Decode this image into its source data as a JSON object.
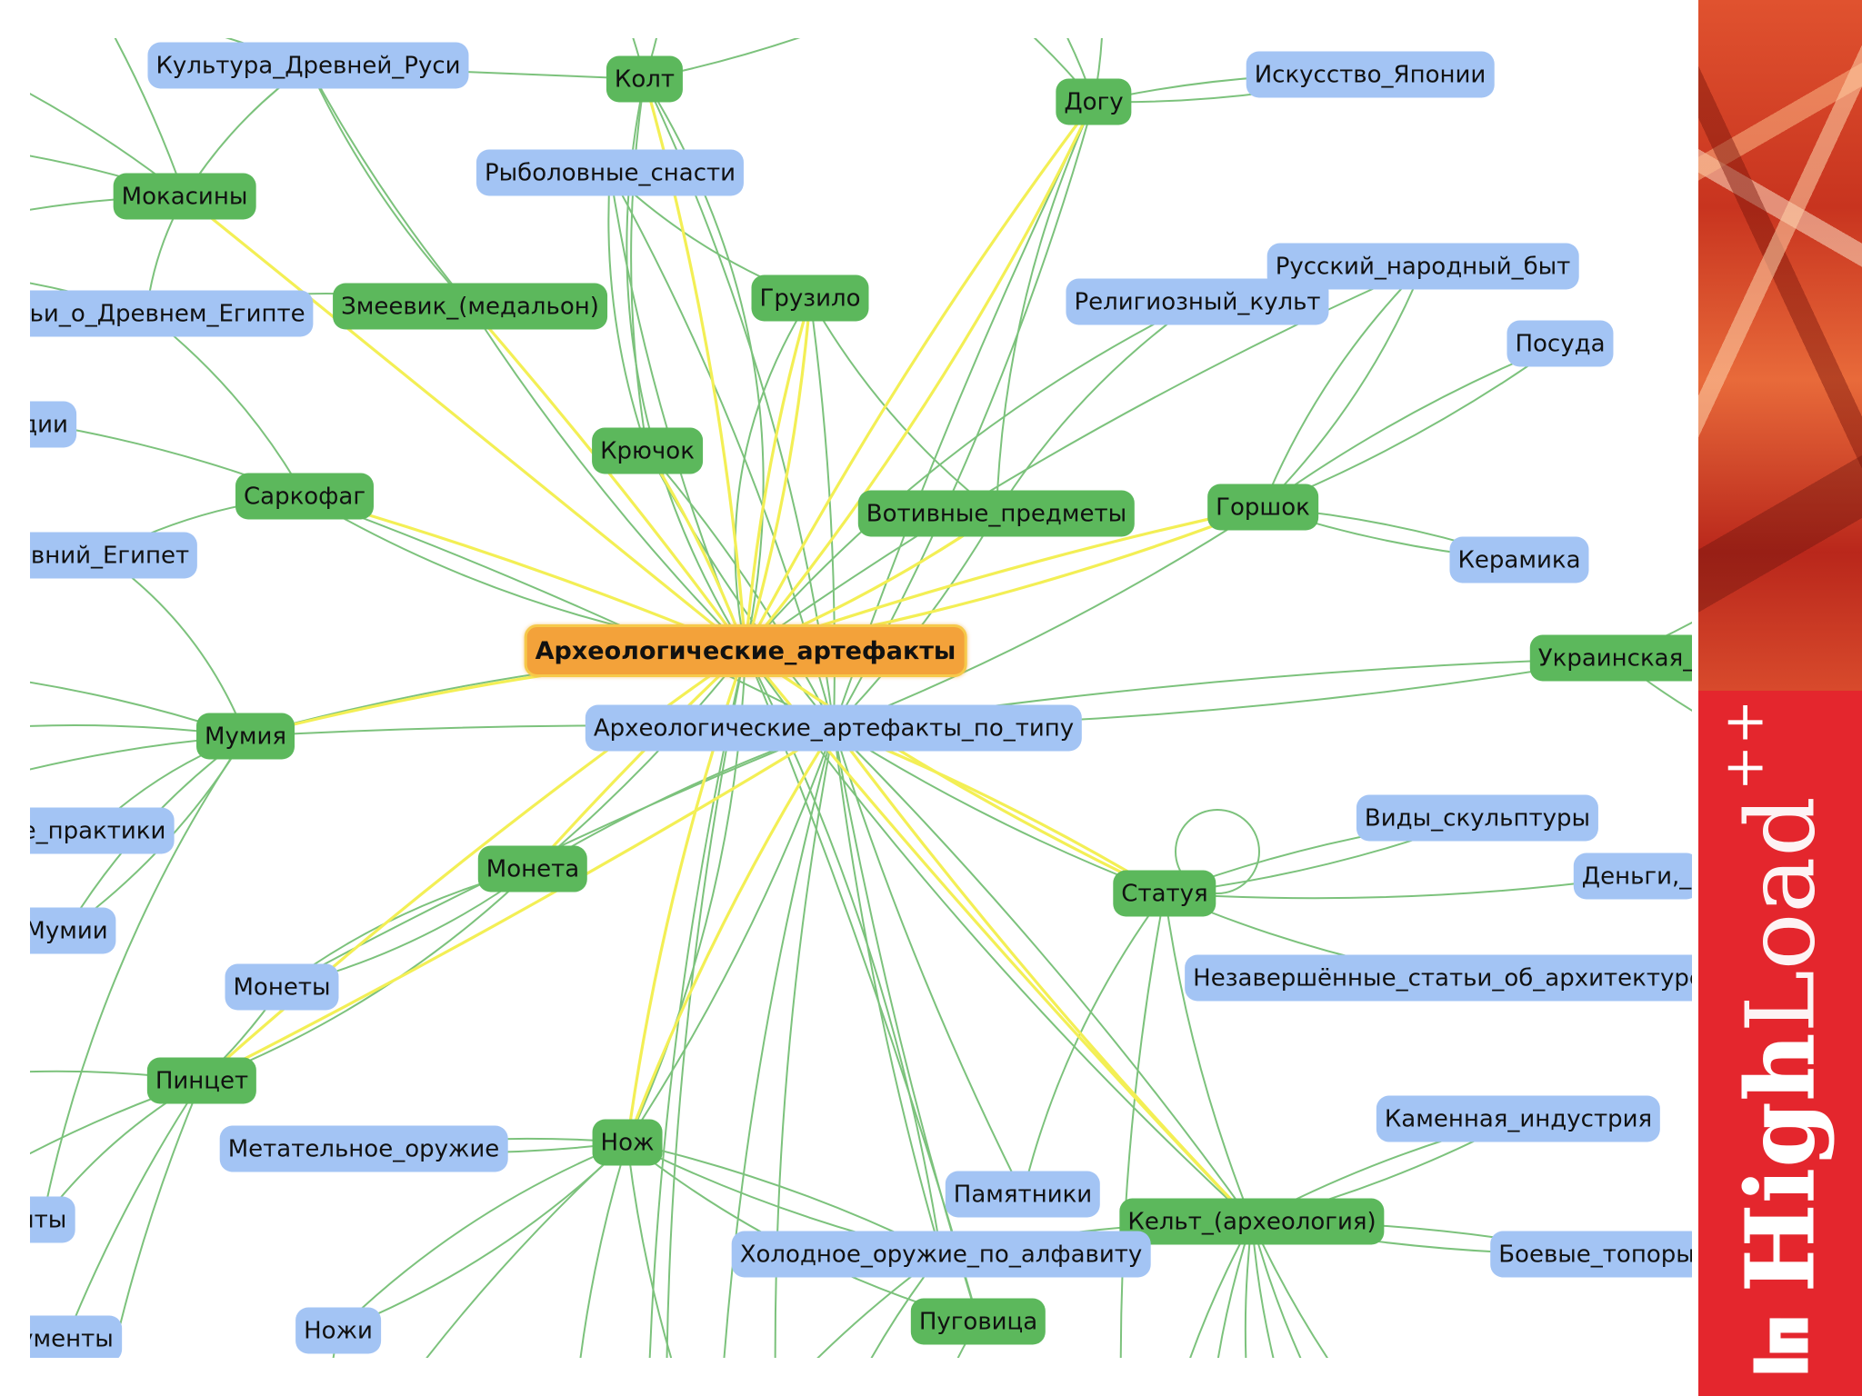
{
  "nodes": [
    {
      "id": "center",
      "label": "Археологические_артефакты",
      "kind": "center"
    },
    {
      "id": "bytype",
      "label": "Археологические_артефакты_по_типу",
      "kind": "blue"
    },
    {
      "id": "kultura",
      "label": "Культура_Древней_Руси",
      "kind": "blue"
    },
    {
      "id": "kolt",
      "label": "Колт",
      "kind": "green"
    },
    {
      "id": "dogu",
      "label": "Догу",
      "kind": "green"
    },
    {
      "id": "iskusstvo",
      "label": "Искусство_Японии",
      "kind": "blue"
    },
    {
      "id": "mokasiny",
      "label": "Мокасины",
      "kind": "green"
    },
    {
      "id": "rybolovnye",
      "label": "Рыболовные_снасти",
      "kind": "blue"
    },
    {
      "id": "russky",
      "label": "Русский_народный_быт",
      "kind": "blue"
    },
    {
      "id": "religiozny",
      "label": "Религиозный_культ",
      "kind": "blue"
    },
    {
      "id": "statyi",
      "label": "татьи_о_Древнем_Египте",
      "kind": "blue"
    },
    {
      "id": "zmeevik",
      "label": "Змеевик_(медальон)",
      "kind": "green"
    },
    {
      "id": "gruzilo",
      "label": "Грузило",
      "kind": "green"
    },
    {
      "id": "posuda",
      "label": "Посуда",
      "kind": "blue"
    },
    {
      "id": "dii",
      "label": "дии",
      "kind": "blue"
    },
    {
      "id": "kryuchok",
      "label": "Крючок",
      "kind": "green"
    },
    {
      "id": "sarkofag",
      "label": "Саркофаг",
      "kind": "green"
    },
    {
      "id": "votivnye",
      "label": "Вотивные_предметы",
      "kind": "green"
    },
    {
      "id": "gorshok",
      "label": "Горшок",
      "kind": "green"
    },
    {
      "id": "keramika",
      "label": "Керамика",
      "kind": "blue"
    },
    {
      "id": "drevny",
      "label": "евний_Египет",
      "kind": "blue"
    },
    {
      "id": "ukrainskaya",
      "label": "Украинская_",
      "kind": "green"
    },
    {
      "id": "mumiya",
      "label": "Мумия",
      "kind": "green"
    },
    {
      "id": "praktiki",
      "label": "е_практики",
      "kind": "blue"
    },
    {
      "id": "vidy",
      "label": "Виды_скульптуры",
      "kind": "blue"
    },
    {
      "id": "dengi",
      "label": "Деньги,_",
      "kind": "blue"
    },
    {
      "id": "moneta",
      "label": "Монета",
      "kind": "green"
    },
    {
      "id": "statuya",
      "label": "Статуя",
      "kind": "green"
    },
    {
      "id": "mumii",
      "label": "Мумии",
      "kind": "blue"
    },
    {
      "id": "nezavershennye",
      "label": "Незавершённые_статьи_об_архитектуре",
      "kind": "blue"
    },
    {
      "id": "monety",
      "label": "Монеты",
      "kind": "blue"
    },
    {
      "id": "pincet",
      "label": "Пинцет",
      "kind": "green"
    },
    {
      "id": "kamennaya",
      "label": "Каменная_индустрия",
      "kind": "blue"
    },
    {
      "id": "metatelnoe",
      "label": "Метательное_оружие",
      "kind": "blue"
    },
    {
      "id": "nozh",
      "label": "Нож",
      "kind": "green"
    },
    {
      "id": "pamyatniki",
      "label": "Памятники",
      "kind": "blue"
    },
    {
      "id": "kelt",
      "label": "Кельт_(археология)",
      "kind": "green"
    },
    {
      "id": "nty",
      "label": "нты",
      "kind": "blue"
    },
    {
      "id": "holodnoe",
      "label": "Холодное_оружие_по_алфавиту",
      "kind": "blue"
    },
    {
      "id": "boevye",
      "label": "Боевые_топоры",
      "kind": "blue"
    },
    {
      "id": "nozhi",
      "label": "Ножи",
      "kind": "blue"
    },
    {
      "id": "pugovica",
      "label": "Пуговица",
      "kind": "green"
    },
    {
      "id": "menty",
      "label": "ументы",
      "kind": "blue"
    }
  ],
  "colors": {
    "edge_green": "#7cc27c",
    "edge_yellow": "#f3ef55",
    "node_blue": "#a3c4f4",
    "node_green": "#5cb85c",
    "node_center": "#f3a23a",
    "brand_red": "#e4262d"
  },
  "branding": {
    "logo_bold": "High",
    "logo_light": "Load",
    "logo_plus": "++",
    "logo_icon": "hl-mark-icon"
  }
}
